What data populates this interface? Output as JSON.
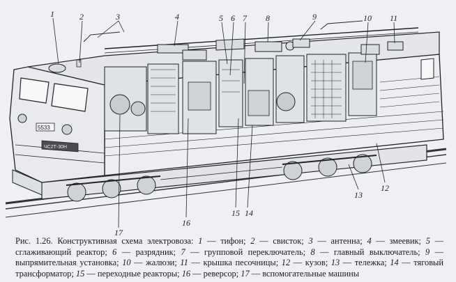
{
  "figure": {
    "callouts": [
      {
        "n": "1"
      },
      {
        "n": "2"
      },
      {
        "n": "3"
      },
      {
        "n": "4"
      },
      {
        "n": "5"
      },
      {
        "n": "6"
      },
      {
        "n": "7"
      },
      {
        "n": "8"
      },
      {
        "n": "9"
      },
      {
        "n": "10"
      },
      {
        "n": "11"
      },
      {
        "n": "12"
      },
      {
        "n": "13"
      },
      {
        "n": "14"
      },
      {
        "n": "15"
      },
      {
        "n": "16"
      },
      {
        "n": "17"
      }
    ],
    "front_plate_number": "5533",
    "front_badge": "ЧС2Т-30Н"
  },
  "caption": {
    "prefix": "Рис. 1.26. Конструктивная схема электровоза: ",
    "items": [
      {
        "n": "1",
        "text": " — тифон; "
      },
      {
        "n": "2",
        "text": " — свисток; "
      },
      {
        "n": "3",
        "text": " — антенна; "
      },
      {
        "n": "4",
        "text": " — змеевик; "
      },
      {
        "n": "5",
        "text": " — сглаживающий реактор; "
      },
      {
        "n": "6",
        "text": " — разрядник; "
      },
      {
        "n": "7",
        "text": " — групповой переключатель; "
      },
      {
        "n": "8",
        "text": " — главный выключатель; "
      },
      {
        "n": "9",
        "text": " — выпрямительная установка; "
      },
      {
        "n": "10",
        "text": " — жалюзи; "
      },
      {
        "n": "11",
        "text": " — крышка песочницы; "
      },
      {
        "n": "12",
        "text": " — кузов; "
      },
      {
        "n": "13",
        "text": " — тележка; "
      },
      {
        "n": "14",
        "text": " — тяговый трансформатор; "
      },
      {
        "n": "15",
        "text": " — переходные реакторы; "
      },
      {
        "n": "16",
        "text": " — реверсор; "
      },
      {
        "n": "17",
        "text": " — вспомогательные машины"
      }
    ]
  }
}
